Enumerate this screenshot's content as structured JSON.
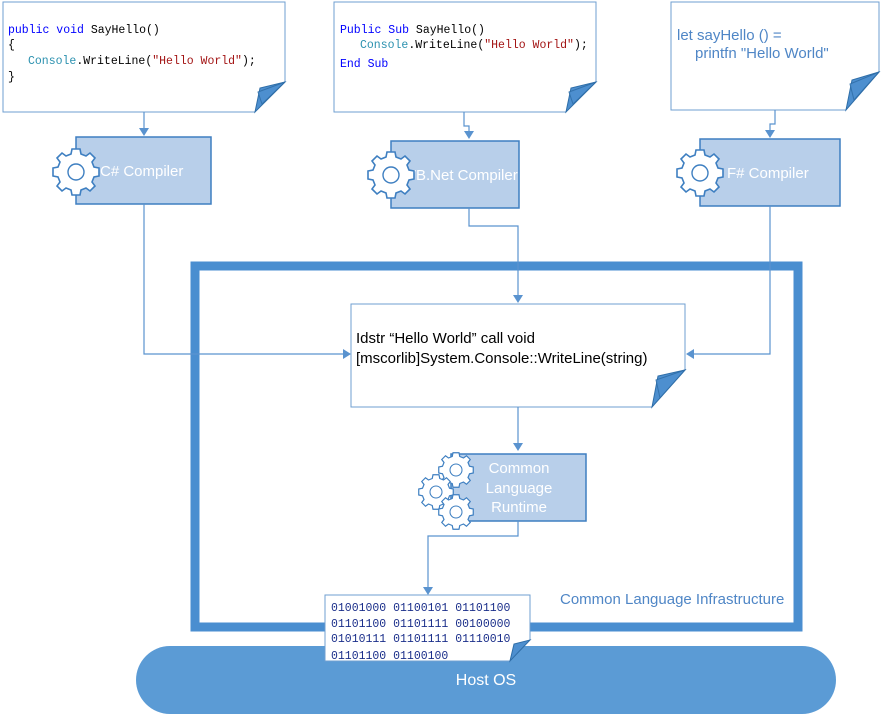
{
  "csharp_code": {
    "line1": {
      "kw": "public void",
      "rest": " SayHello()"
    },
    "line2": "{",
    "line3": {
      "type": "Console",
      "method": ".WriteLine(",
      "str": "\"Hello World\"",
      "end": ");"
    },
    "line4": "}"
  },
  "vb_code": {
    "line1": {
      "kw": "Public Sub",
      "rest": " SayHello()"
    },
    "line2": {
      "type": "Console",
      "method": ".WriteLine(",
      "str": "\"Hello World\"",
      "end": ");"
    },
    "line3": "End Sub"
  },
  "fsharp_code": {
    "line1": "let sayHello () =",
    "line2": "printfn \"Hello World\""
  },
  "compilers": {
    "csharp": "C# Compiler",
    "vbnet": "VB.Net Compiler",
    "fsharp": "F# Compiler"
  },
  "il_code": {
    "line1": "Idstr “Hello World” call void",
    "line2": "[mscorlib]System.Console::WriteLine(string)"
  },
  "clr": {
    "line1": "Common",
    "line2": "Language",
    "line3": "Runtime"
  },
  "cli_label": "Common Language Infrastructure",
  "binary": {
    "line1": "01001000 01100101 01101100",
    "line2": "01101100 01101111 00100000",
    "line3": "01010111 01101111 01110010",
    "line4": "01101100 01100100"
  },
  "host_os": "Host OS",
  "colors": {
    "frame": "#4a8ed0",
    "box": "#b8cfea",
    "host": "#5b9bd5"
  }
}
